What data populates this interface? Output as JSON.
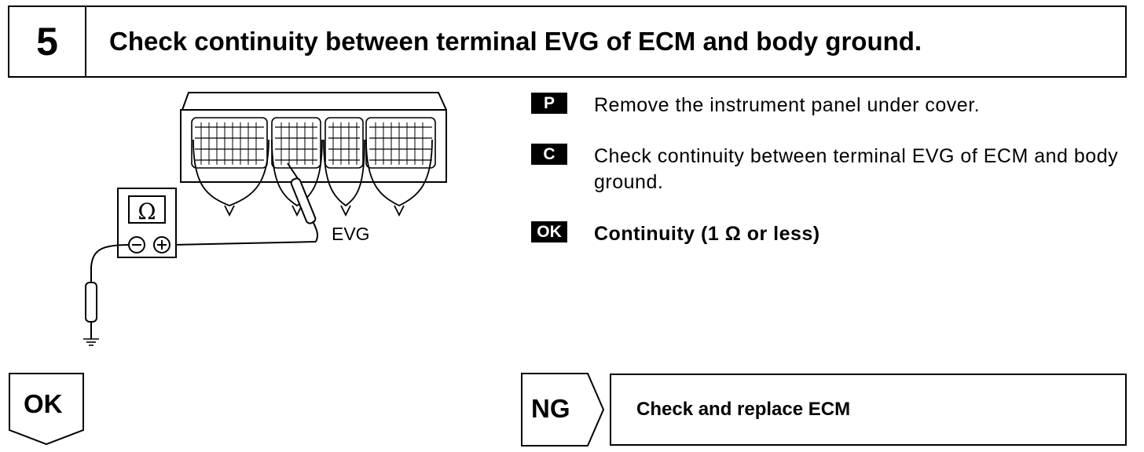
{
  "step": {
    "number": "5",
    "title": "Check continuity between terminal EVG of ECM and body ground."
  },
  "diagram": {
    "ohm_symbol": "Ω",
    "minus_symbol": "⊖",
    "plus_symbol": "⊕",
    "terminal_label": "EVG"
  },
  "instructions": [
    {
      "badge": "P",
      "text": "Remove the instrument panel under cover."
    },
    {
      "badge": "C",
      "text": "Check continuity between terminal EVG of ECM and body ground."
    },
    {
      "badge": "OK",
      "text": "Continuity (1 Ω or less)"
    }
  ],
  "results": {
    "ok_label": "OK",
    "ng_label": "NG",
    "ng_action": "Check and replace ECM"
  }
}
